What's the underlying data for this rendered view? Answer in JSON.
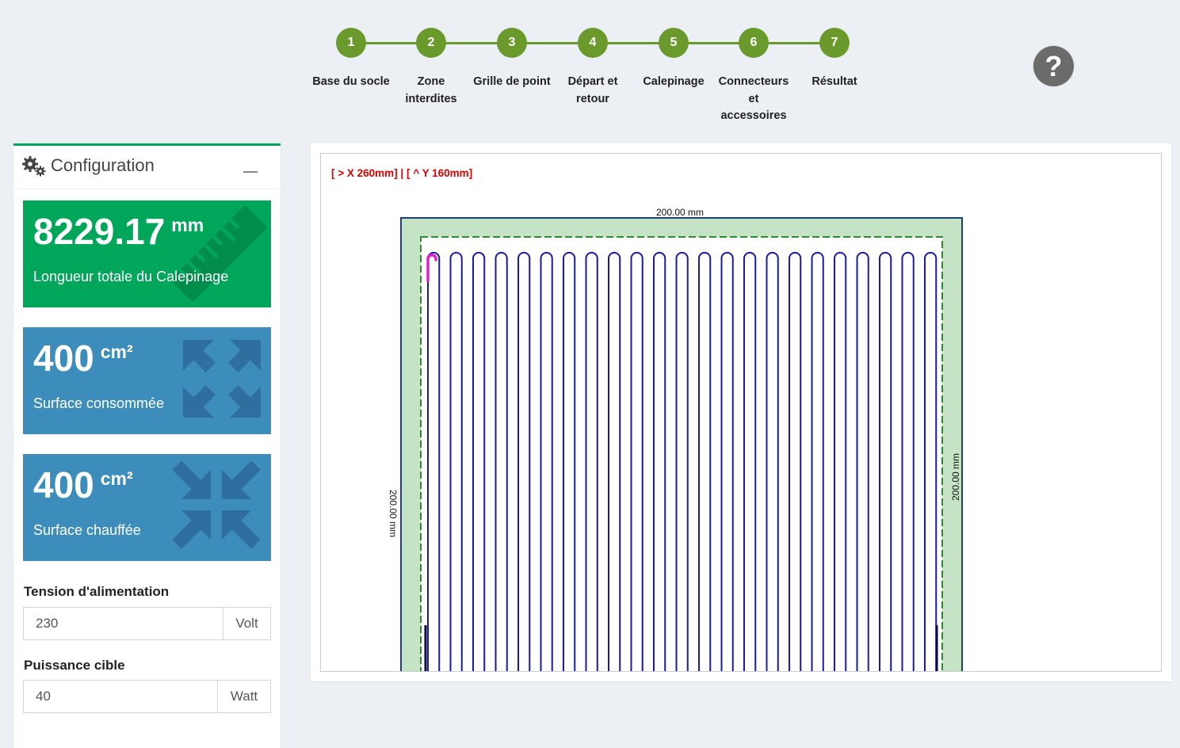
{
  "stepper": {
    "steps": [
      {
        "number": "1",
        "label": "Base du socle"
      },
      {
        "number": "2",
        "label": "Zone interdites"
      },
      {
        "number": "3",
        "label": "Grille de point"
      },
      {
        "number": "4",
        "label": "Départ et retour"
      },
      {
        "number": "5",
        "label": "Calepinage"
      },
      {
        "number": "6",
        "label": "Connecteurs et accessoires"
      },
      {
        "number": "7",
        "label": "Résultat"
      }
    ],
    "accent_color": "#6a9a2c",
    "help_label": "?"
  },
  "config": {
    "title": "Configuration",
    "icon": "gears-icon",
    "collapse_icon": "minus-icon",
    "length": {
      "value": "8229.17",
      "unit": "mm",
      "label": "Longueur totale du Calepinage",
      "icon": "ruler-icon",
      "color": "#00a65a"
    },
    "surface_used": {
      "value": "400",
      "unit": "cm²",
      "label": "Surface consommée",
      "icon": "expand-arrows-icon",
      "color": "#3c8dbc"
    },
    "surface_heated": {
      "value": "400",
      "unit": "cm²",
      "label": "Surface chauffée",
      "icon": "compress-arrows-icon",
      "color": "#3c8dbc"
    },
    "voltage": {
      "label": "Tension d'alimentation",
      "value": "230",
      "unit": "Volt"
    },
    "power": {
      "label": "Puissance cible",
      "value": "40",
      "unit": "Watt"
    }
  },
  "canvas": {
    "coords": "[ > X 260mm] | [ ^ Y 160mm]",
    "width_label": "200.00 mm",
    "left_height_label": "200.00 mm",
    "right_height_label": "200.00 mm",
    "trace_color": "#1a1aa6",
    "start_color": "#e020d0",
    "zone_color": "#c5e4c5",
    "border_color": "#1f3f7a",
    "dash_color": "#2e8b2e"
  }
}
